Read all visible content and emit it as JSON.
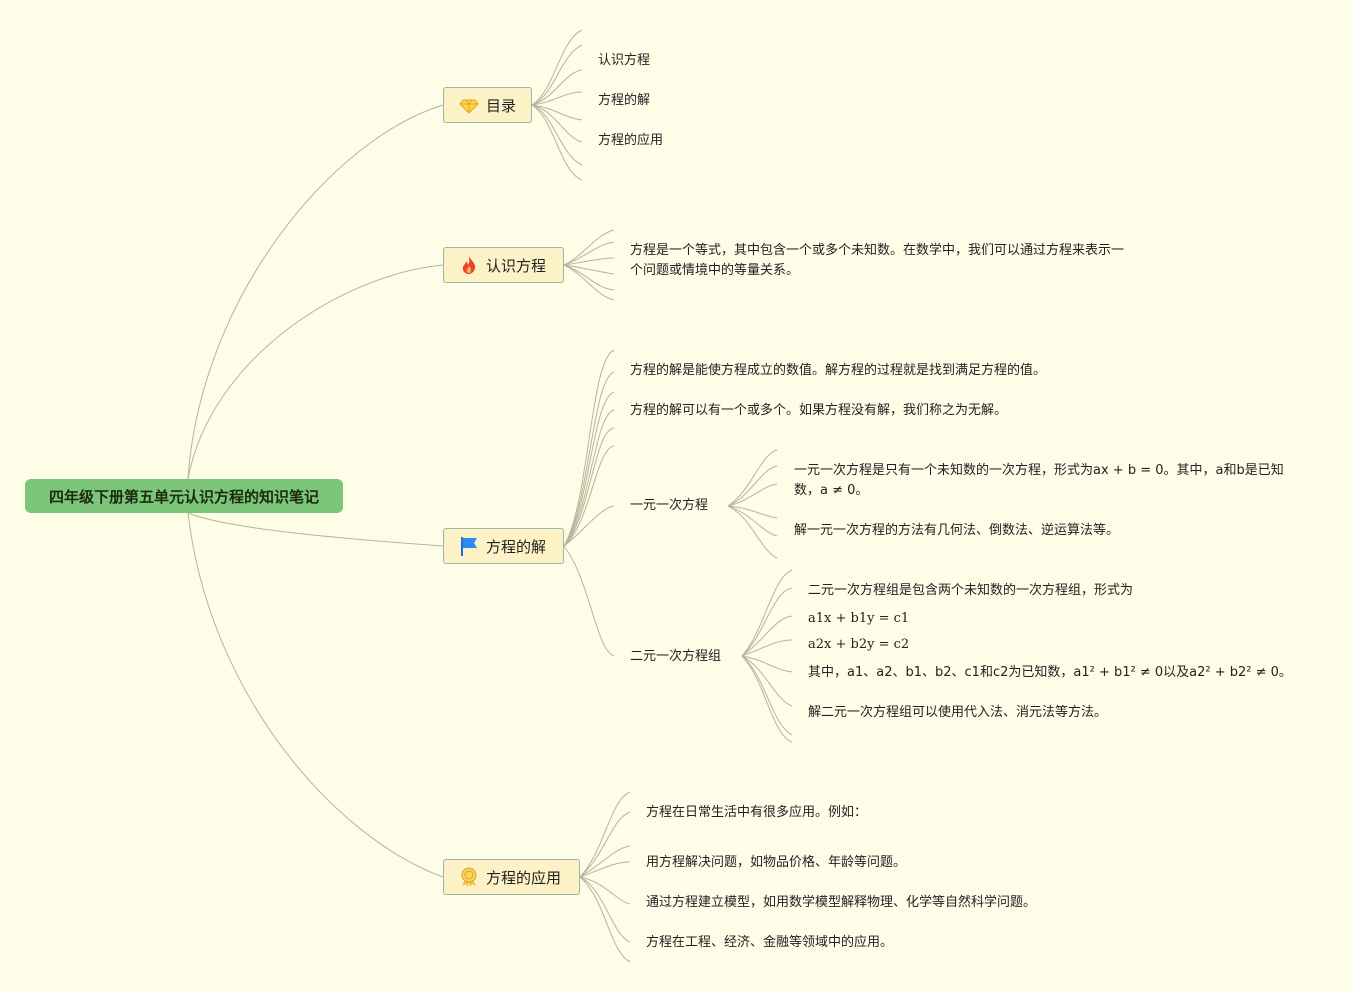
{
  "central": "四年级下册第五单元认识方程的知识笔记",
  "branches": {
    "toc": {
      "icon": "diamond-icon",
      "label": "目录",
      "items": [
        "认识方程",
        "方程的解",
        "方程的应用"
      ]
    },
    "intro": {
      "icon": "fire-icon",
      "label": "认识方程",
      "text": "方程是一个等式，其中包含一个或多个未知数。在数学中，我们可以通过方程来表示一个问题或情境中的等量关系。"
    },
    "solution": {
      "icon": "flag-icon",
      "label": "方程的解",
      "text1": "方程的解是能使方程成立的数值。解方程的过程就是找到满足方程的值。",
      "text2": "方程的解可以有一个或多个。如果方程没有解，我们称之为无解。",
      "linear": {
        "label": "一元一次方程",
        "def": "一元一次方程是只有一个未知数的一次方程，形式为ax + b = 0。其中，a和b是已知数，a ≠ 0。",
        "methods": "解一元一次方程的方法有几何法、倒数法、逆运算法等。"
      },
      "system": {
        "label": "二元一次方程组",
        "def": "二元一次方程组是包含两个未知数的一次方程组，形式为",
        "eq1": "a1x + b1y = c1",
        "eq2": "a2x + b2y = c2",
        "cond": "其中，a1、a2、b1、b2、c1和c2为已知数，a1² + b1² ≠ 0以及a2² + b2² ≠ 0。",
        "methods": "解二元一次方程组可以使用代入法、消元法等方法。"
      }
    },
    "application": {
      "icon": "medal-icon",
      "label": "方程的应用",
      "items": [
        "方程在日常生活中有很多应用。例如：",
        "用方程解决问题，如物品价格、年龄等问题。",
        "通过方程建立模型，如用数学模型解释物理、化学等自然科学问题。",
        "方程在工程、经济、金融等领域中的应用。"
      ]
    }
  }
}
